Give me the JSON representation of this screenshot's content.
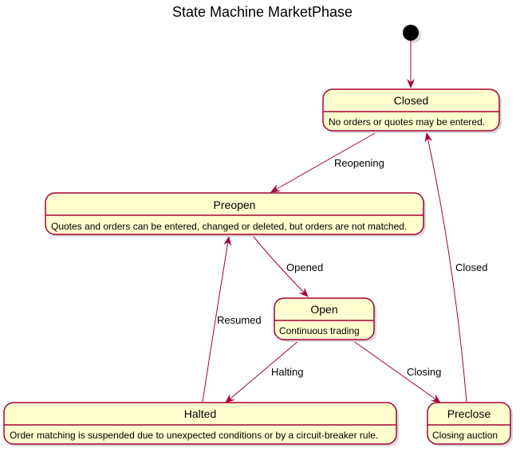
{
  "title": "State Machine MarketPhase",
  "states": {
    "closed": {
      "name": "Closed",
      "description": "No orders or quotes may be entered."
    },
    "preopen": {
      "name": "Preopen",
      "description": "Quotes and orders can be entered, changed or deleted, but orders are not matched."
    },
    "open": {
      "name": "Open",
      "description": "Continuous trading"
    },
    "halted": {
      "name": "Halted",
      "description": "Order matching is suspended due to unexpected conditions or by a circuit-breaker rule."
    },
    "preclose": {
      "name": "Preclose",
      "description": "Closing auction"
    }
  },
  "transitions": {
    "reopening": "Reopening",
    "opened": "Opened",
    "halting": "Halting",
    "resumed": "Resumed",
    "closing": "Closing",
    "closed": "Closed"
  },
  "colors": {
    "state_fill": "#FEFECE",
    "border": "#A80036",
    "initial_node": "#000000"
  }
}
